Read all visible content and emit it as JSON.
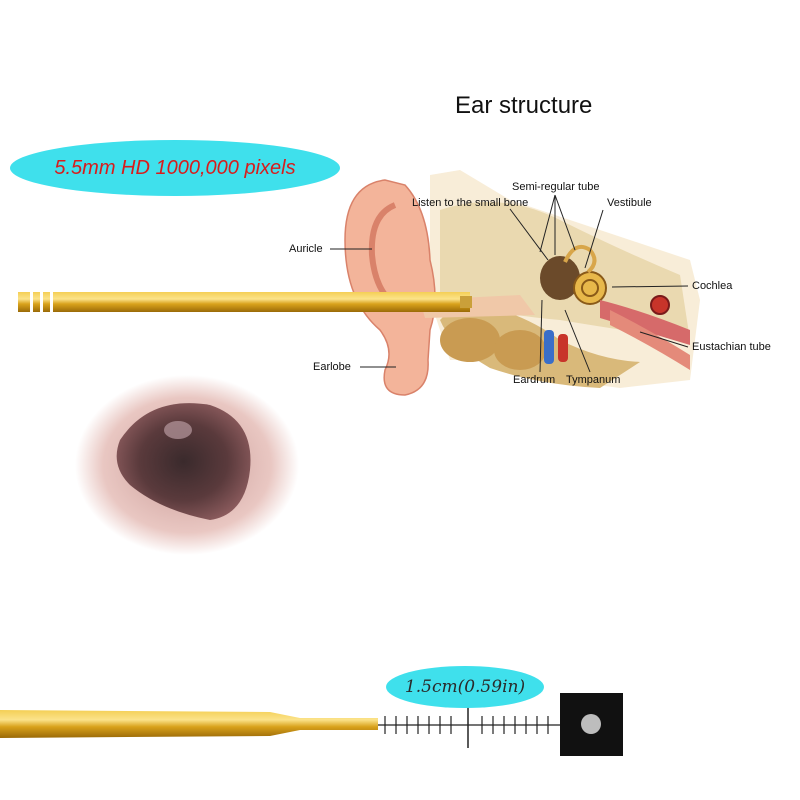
{
  "title": "Ear structure",
  "badge": "5.5mm HD 1000,000 pixels",
  "labels": {
    "semi_regular_tube": "Semi-regular tube",
    "listen_small_bone": "Listen to the small bone",
    "vestibule": "Vestibule",
    "auricle": "Auricle",
    "cochlea": "Cochlea",
    "eustachian_tube": "Eustachian tube",
    "earlobe": "Earlobe",
    "eardrum": "Eardrum",
    "tympanum": "Tympanum"
  },
  "measurement": "1.5cm(0.59in)",
  "colors": {
    "badge_bg": "#3fe0ec",
    "badge_text": "#d81c1c",
    "probe_gold": "#d9a21b",
    "skin": "#f3b49a",
    "camera_head": "#111111"
  }
}
